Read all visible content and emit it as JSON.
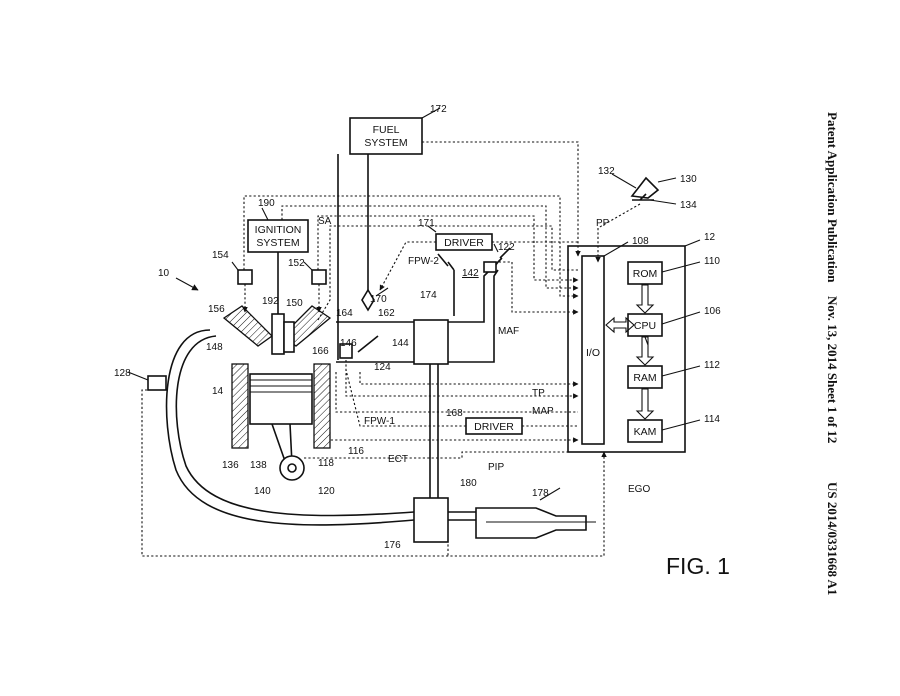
{
  "header": {
    "publication": "Patent Application Publication",
    "date_sheet": "Nov. 13, 2014  Sheet 1 of 12",
    "number": "US 2014/0331668 A1"
  },
  "figure": {
    "label": "FIG. 1"
  },
  "boxes": {
    "fuel_system": [
      "FUEL",
      "SYSTEM"
    ],
    "ignition_system": [
      "IGNITION",
      "SYSTEM"
    ],
    "driver_top": "DRIVER",
    "driver_bottom": "DRIVER",
    "io": "I/O",
    "rom": "ROM",
    "cpu": "CPU",
    "ram": "RAM",
    "kam": "KAM"
  },
  "signals": {
    "sa": "SA",
    "pp": "PP",
    "fpw2": "FPW-2",
    "fpw1": "FPW-1",
    "maf": "MAF",
    "tp": "TP",
    "map": "MAP",
    "ect": "ECT",
    "pip": "PIP",
    "ego": "EGO"
  },
  "refs": {
    "r172": "172",
    "r132": "132",
    "r130": "130",
    "r134": "134",
    "r12": "12",
    "r108": "108",
    "r110": "110",
    "r106": "106",
    "r112": "112",
    "r114": "114",
    "r190": "190",
    "r171": "171",
    "r122": "122",
    "r142": "142",
    "r10": "10",
    "r154": "154",
    "r152": "152",
    "r174": "174",
    "r170": "170",
    "r156": "156",
    "r192": "192",
    "r150": "150",
    "r164": "164",
    "r162": "162",
    "r148": "148",
    "r166": "166",
    "r146": "146",
    "r144": "144",
    "r14": "14",
    "r124": "124",
    "r128": "128",
    "r168": "168",
    "r136": "136",
    "r138": "138",
    "r118": "118",
    "r116": "116",
    "r140": "140",
    "r120": "120",
    "r180": "180",
    "r178": "178",
    "r176": "176"
  }
}
